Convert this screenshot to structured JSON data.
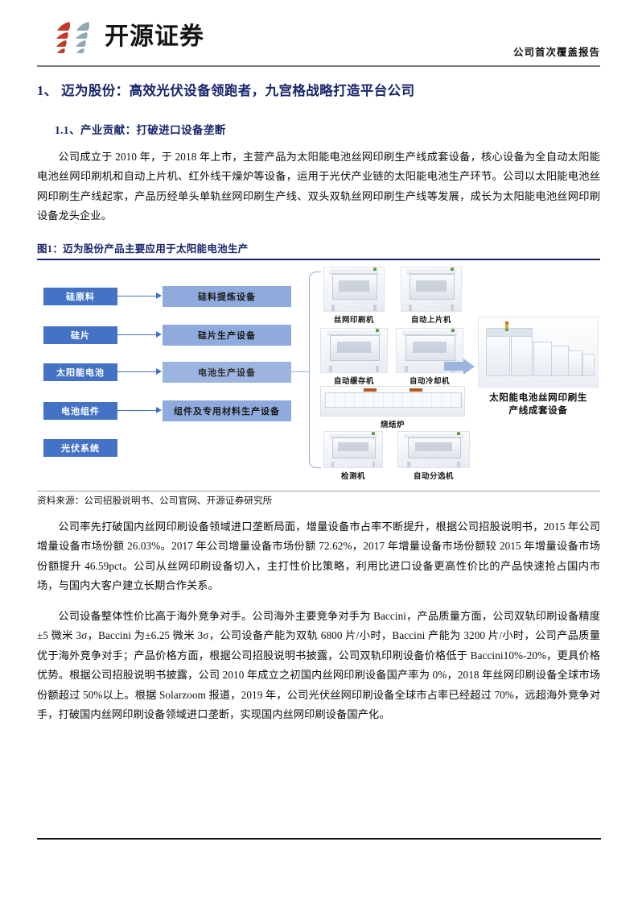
{
  "header": {
    "logo_text": "开源证券",
    "report_type": "公司首次覆盖报告"
  },
  "headings": {
    "h1": "1、 迈为股份：高效光伏设备领跑者，九宫格战略打造平台公司",
    "h2": "1.1、产业贡献：打破进口设备垄断"
  },
  "paragraphs": {
    "p1": "公司成立于 2010 年，于 2018 年上市，主营产品为太阳能电池丝网印刷生产线成套设备，核心设备为全自动太阳能电池丝网印刷机和自动上片机、红外线干燥炉等设备，运用于光伏产业链的太阳能电池生产环节。公司以太阳能电池丝网印刷生产线起家，产品历经单头单轨丝网印刷生产线、双头双轨丝网印刷生产线等发展，成长为太阳能电池丝网印刷设备龙头企业。",
    "p2": "公司率先打破国内丝网印刷设备领域进口垄断局面，增量设备市占率不断提升，根据公司招股说明书，2015 年公司增量设备市场份额 26.03%。2017 年公司增量设备市场份额 72.62%，2017 年增量设备市场份额较 2015 年增量设备市场份额提升 46.59pct。公司从丝网印刷设备切入，主打性价比策略，利用比进口设备更高性价比的产品快速抢占国内市场，与国内大客户建立长期合作关系。",
    "p3": "公司设备整体性价比高于海外竞争对手。公司海外主要竞争对手为 Baccini，产品质量方面，公司双轨印刷设备精度±5 微米 3σ，Baccini 为±6.25 微米 3σ，公司设备产能为双轨 6800 片/小时，Baccini 产能为 3200 片/小时，公司产品质量优于海外竞争对手；产品价格方面，根据公司招股说明书披露，公司双轨印刷设备价格低于 Baccini10%-20%，更具价格优势。根据公司招股说明书披露，公司 2010 年成立之初国内丝网印刷设备国产率为 0%，2018 年丝网印刷设备全球市场份额超过 50%以上。根据 Solarzoom 报道，2019 年，公司光伏丝网印刷设备全球市占率已经超过 70%，远超海外竞争对手，打破国内丝网印刷设备领域进口垄断，实现国内丝网印刷设备国产化。"
  },
  "figure": {
    "caption": "图1：迈为股份产品主要应用于太阳能电池生产",
    "source": "资料来源：公司招股说明书、公司官网、开源证券研究所",
    "chain_left": [
      "硅原料",
      "硅片",
      "太阳能电池",
      "电池组件",
      "光伏系统"
    ],
    "chain_right": [
      "硅料提炼设备",
      "硅片生产设备",
      "电池生产设备",
      "组件及专用材料生产设备"
    ],
    "machines": [
      "丝网印刷机",
      "自动上片机",
      "自动缓存机",
      "自动冷却机",
      "烧结炉",
      "检测机",
      "自动分选机"
    ],
    "line_label_1": "太阳能电池丝网印刷生",
    "line_label_2": "产线成套设备"
  },
  "colors": {
    "heading_blue": "#17256b",
    "box_dark_blue": "#4472c4",
    "box_light_blue": "#8faadc",
    "logo_red": "#c0392b",
    "logo_steel": "#8fa8b5"
  }
}
